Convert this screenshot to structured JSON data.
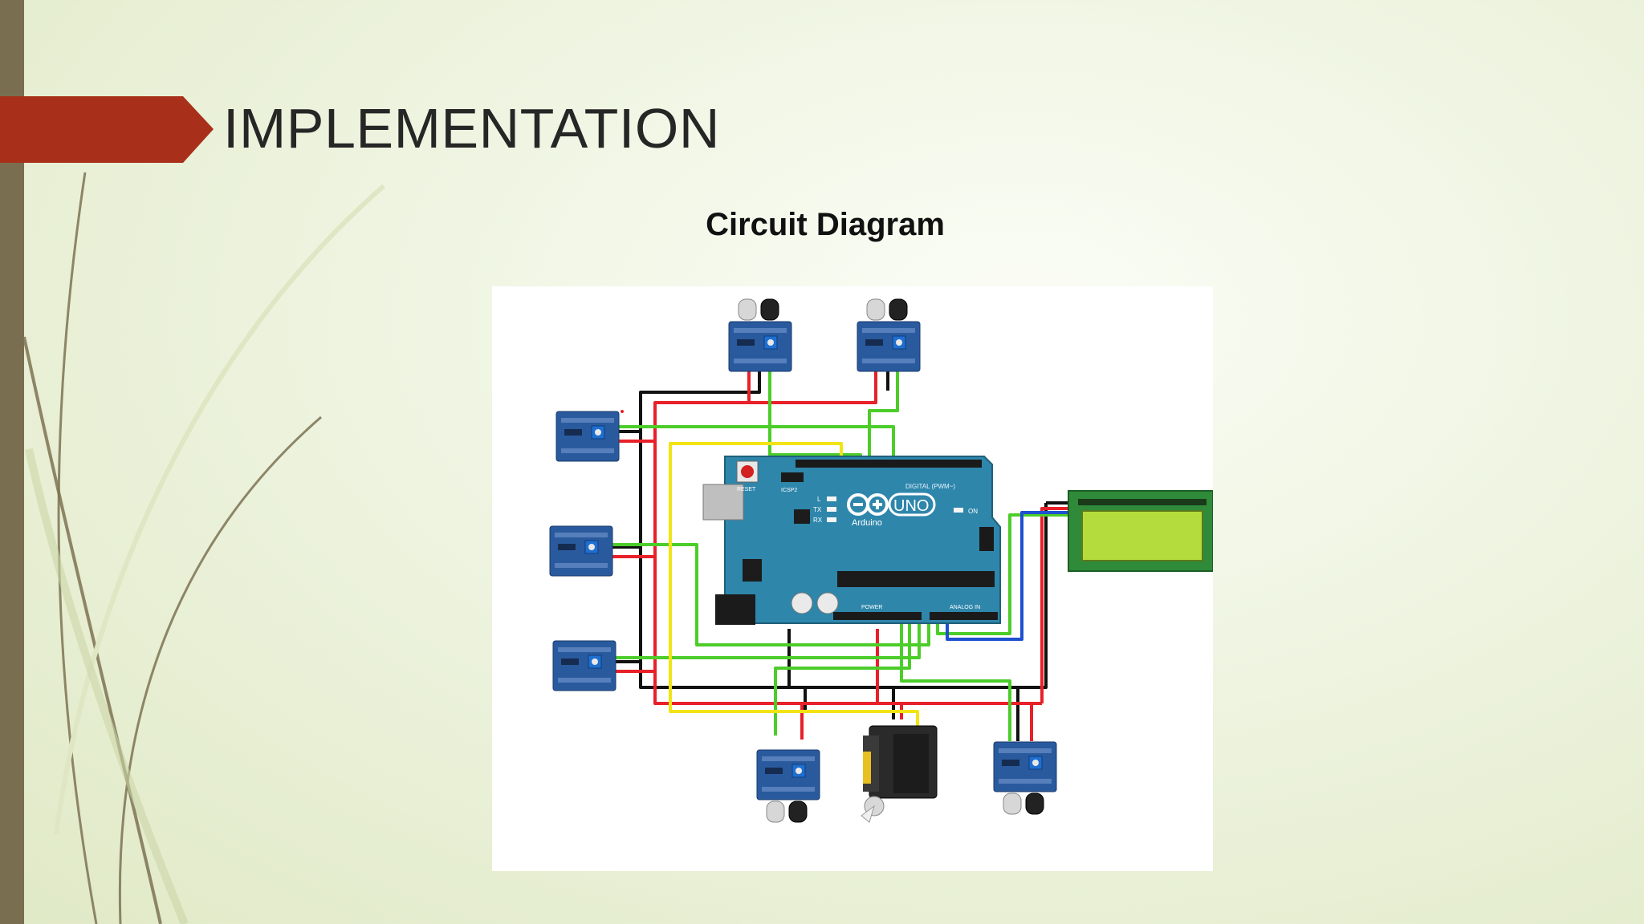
{
  "slide": {
    "title": "IMPLEMENTATION",
    "subtitle": "Circuit Diagram"
  },
  "board": {
    "logo": "∞",
    "model": "UNO",
    "brand": "Arduino",
    "reset_label": "RESET",
    "digital_label": "DIGITAL (PWM~)",
    "power_label": "POWER",
    "analog_label": "ANALOG IN",
    "icsp_label": "ICSP2",
    "led_l": "L",
    "led_tx": "TX",
    "led_rx": "RX",
    "on_label": "ON"
  },
  "components": {
    "sensors": [
      "ir-sensor-top-1",
      "ir-sensor-top-2",
      "ir-sensor-left-1",
      "ir-sensor-left-2",
      "ir-sensor-left-3",
      "ir-sensor-bottom-1",
      "ir-sensor-bottom-2"
    ],
    "servo": "servo-motor",
    "display": "lcd-16x2"
  },
  "colors": {
    "accent_ribbon": "#a8301a",
    "left_bar": "#7a6e50",
    "board": "#2e86ab",
    "wire_red": "#e8202a",
    "wire_black": "#111111",
    "wire_green": "#4ccd2a",
    "wire_yellow": "#f2e414",
    "wire_blue": "#1e50d0",
    "lcd_screen": "#b4dc3c"
  }
}
